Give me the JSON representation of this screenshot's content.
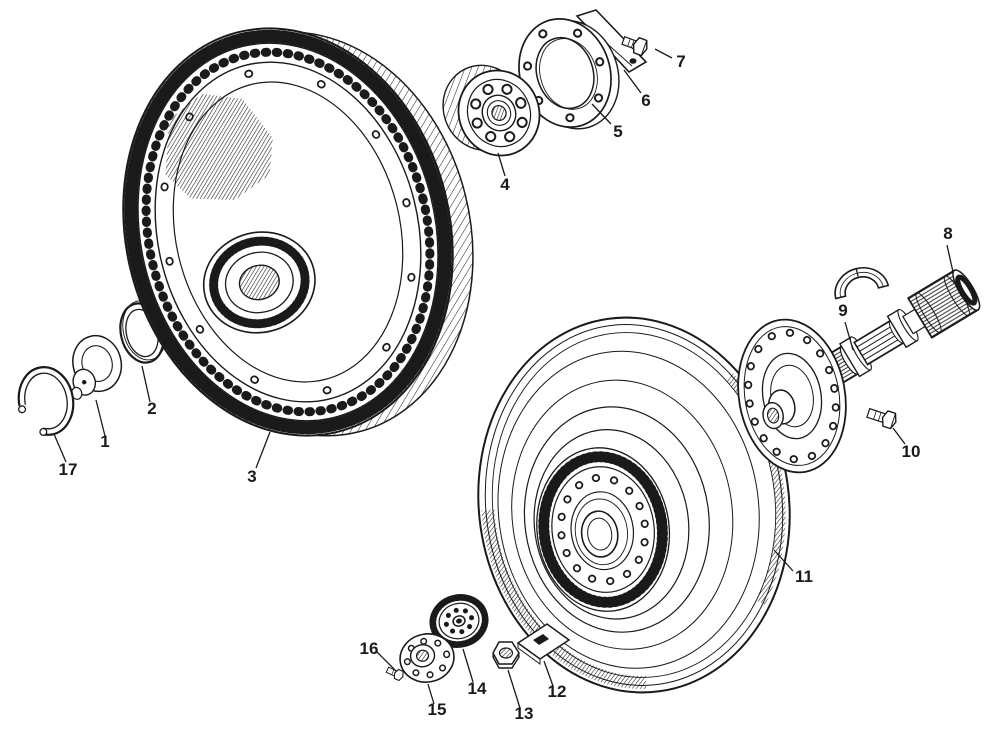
{
  "figure": {
    "background": "#ffffff",
    "ink": "#1a1a1a"
  },
  "callouts": [
    {
      "label": "1"
    },
    {
      "label": "2"
    },
    {
      "label": "3"
    },
    {
      "label": "4"
    },
    {
      "label": "5"
    },
    {
      "label": "6"
    },
    {
      "label": "7"
    },
    {
      "label": "8"
    },
    {
      "label": "9"
    },
    {
      "label": "10"
    },
    {
      "label": "11"
    },
    {
      "label": "12"
    },
    {
      "label": "13"
    },
    {
      "label": "14"
    },
    {
      "label": "15"
    },
    {
      "label": "16"
    },
    {
      "label": "17"
    }
  ]
}
